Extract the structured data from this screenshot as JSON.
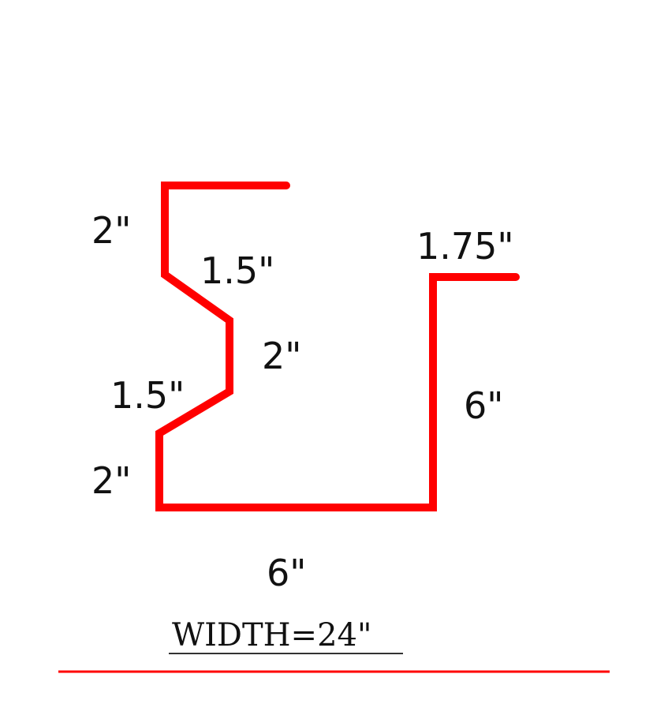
{
  "diagram": {
    "profile_color": "#ff0000",
    "text_color": "#111111",
    "segments": [
      {
        "id": "top-flange",
        "label": "2\""
      },
      {
        "id": "upper-angle",
        "label": "1.5\""
      },
      {
        "id": "middle-web",
        "label": "2\""
      },
      {
        "id": "lower-angle",
        "label": "1.5\""
      },
      {
        "id": "bottom-web",
        "label": "2\""
      },
      {
        "id": "bottom",
        "label": "6\""
      },
      {
        "id": "right-wall",
        "label": "6\""
      },
      {
        "id": "right-flange",
        "label": "1.75\""
      }
    ],
    "width_label": "WIDTH=24\""
  }
}
